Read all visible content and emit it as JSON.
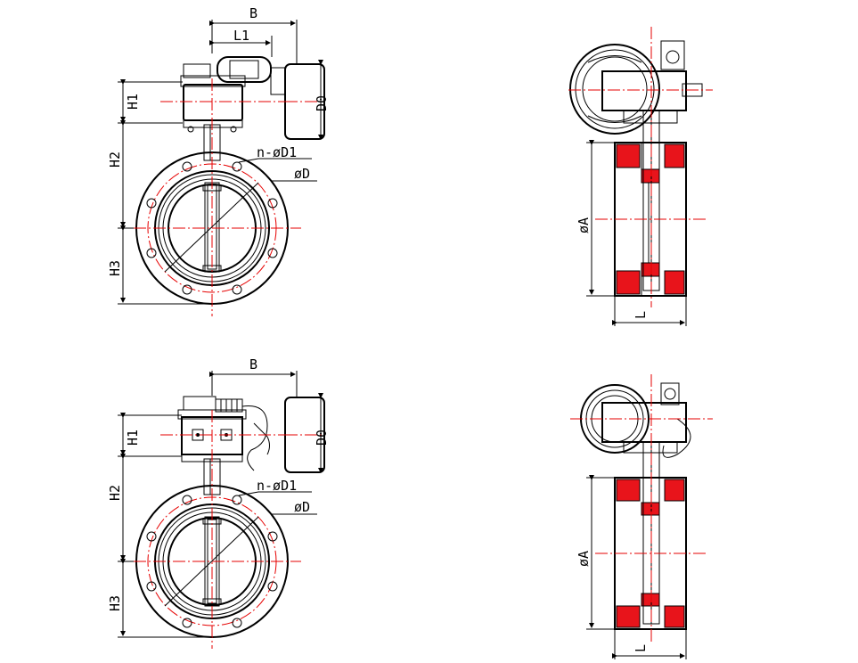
{
  "colors": {
    "line": "#000000",
    "centerline": "#e60000",
    "liner": "#e8141b"
  },
  "top_front": {
    "B": "B",
    "L1": "L1",
    "H1": "H1",
    "D0": "D0",
    "H2": "H2",
    "H3": "H3",
    "nD1": "n-øD1",
    "D": "øD"
  },
  "top_side": {
    "A": "øA",
    "L": "L"
  },
  "bottom_front": {
    "B": "B",
    "H1": "H1",
    "D0": "D0",
    "H2": "H2",
    "H3": "H3",
    "nD1": "n-øD1",
    "D": "øD"
  },
  "bottom_side": {
    "A": "øA",
    "L": "L"
  }
}
